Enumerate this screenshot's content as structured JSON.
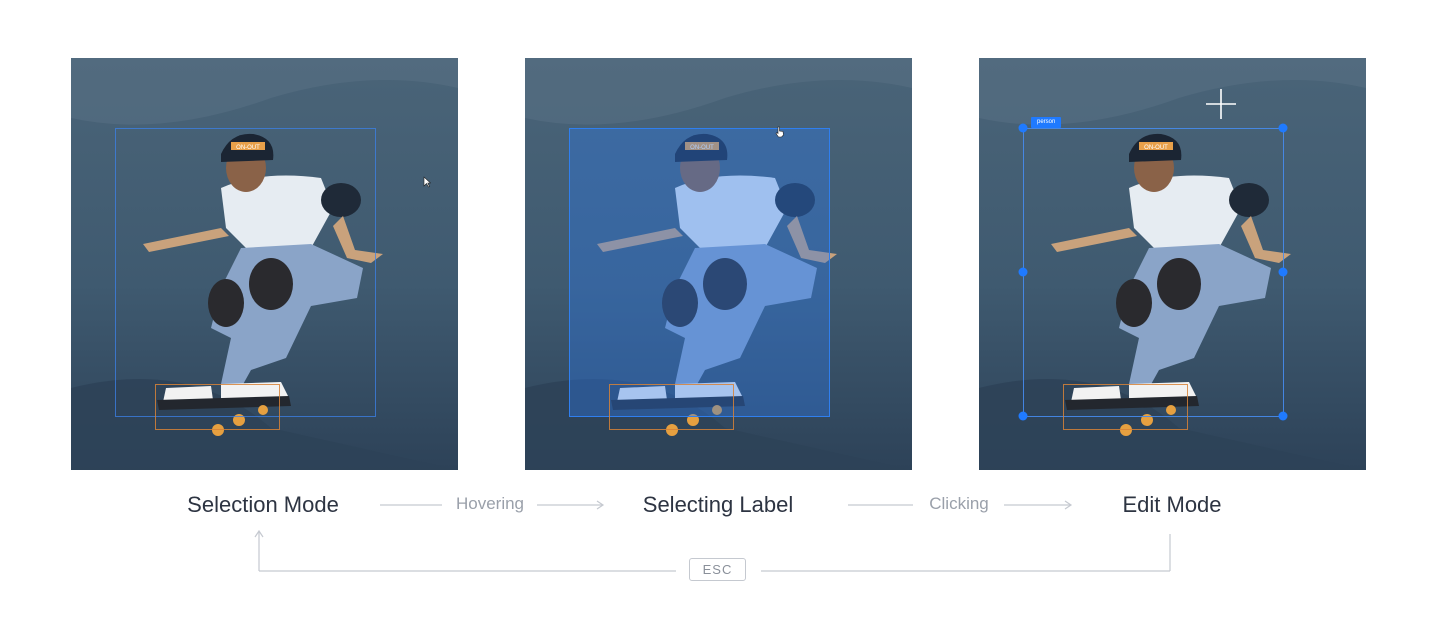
{
  "states": [
    {
      "name": "Selection Mode"
    },
    {
      "name": "Selecting Label"
    },
    {
      "name": "Edit Mode"
    }
  ],
  "transitions": [
    {
      "label": "Hovering"
    },
    {
      "label": "Clicking"
    }
  ],
  "return_key": "ESC",
  "edit_tag": "person",
  "helmet_text": "ON-OUT",
  "colors": {
    "selection_blue": "#1f7aff",
    "secondary_box": "#d78237",
    "label_text": "#2d3442",
    "muted_text": "#9aa0aa",
    "line": "#c5c9d0"
  }
}
